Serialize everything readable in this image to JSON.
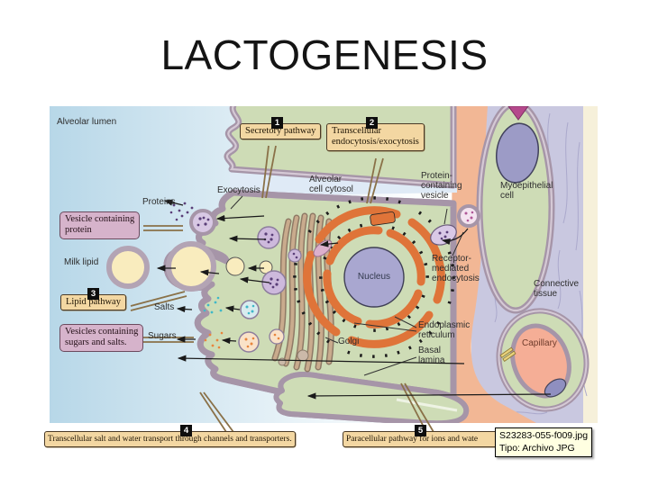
{
  "title": "LACTOGENESIS",
  "diagram": {
    "plain_labels": {
      "alveolar_lumen": "Alveolar lumen",
      "exocytosis": "Exocytosis",
      "proteins": "Proteins",
      "alveolar_cell_cytosol": "Alveolar\ncell cytosol",
      "protein_containing_vesicle": "Protein-\ncontaining\nvesicle",
      "myoepithelial_cell": "Myoepithelial\ncell",
      "receptor_mediated_endocytosis": "Receptor-\nmediated\nendocytosis",
      "connective_tissue": "Connective\ntissue",
      "capillary": "Capillary",
      "milk_lipid": "Milk lipid",
      "salts": "Salts",
      "sugars": "Sugars",
      "nucleus": "Nucleus",
      "golgi": "Golgi",
      "endoplasmic_reticulum": "Endoplasmic\nreticulum",
      "basal_lamina": "Basal\nlamina"
    },
    "numbered_boxes": [
      {
        "num": "1",
        "label": "Secretory pathway"
      },
      {
        "num": "2",
        "label": "Transcellular\nendocytosis/exocytosis"
      },
      {
        "num": "3",
        "label": "Lipid pathway"
      },
      {
        "num": "4",
        "label": "Transcellular salt and water transport through channels and transporters."
      },
      {
        "num": "5",
        "label": "Paracellular pathway for ions and wate"
      }
    ],
    "callout_boxes": [
      {
        "label": "Vesicle containing\nprotein"
      },
      {
        "label": "Vesicles containing\nsugars and salts."
      }
    ]
  },
  "tooltip": {
    "filename": "S23283-055-f009.jpg",
    "filetype": "Tipo: Archivo JPG"
  },
  "colors": {
    "box_tan": "#f3d7a2",
    "box_tan_border": "#4a3a26",
    "box_pink": "#d6b3cb",
    "cell_green": "#cedcb6",
    "membrane_mauve": "#a695a8",
    "intercellular_salmon": "#f2b795",
    "connective_lavender": "#c9c8e0",
    "nucleus_purple": "#a9a7d0",
    "er_orange": "#df7439",
    "golgi_tan": "#c9ab8d",
    "lipid_yellow": "#f9ecbe",
    "lumen_blue": "#b7d7e8",
    "tooltip_bg": "#ffffe1",
    "marker_magenta": "#b5488c"
  }
}
